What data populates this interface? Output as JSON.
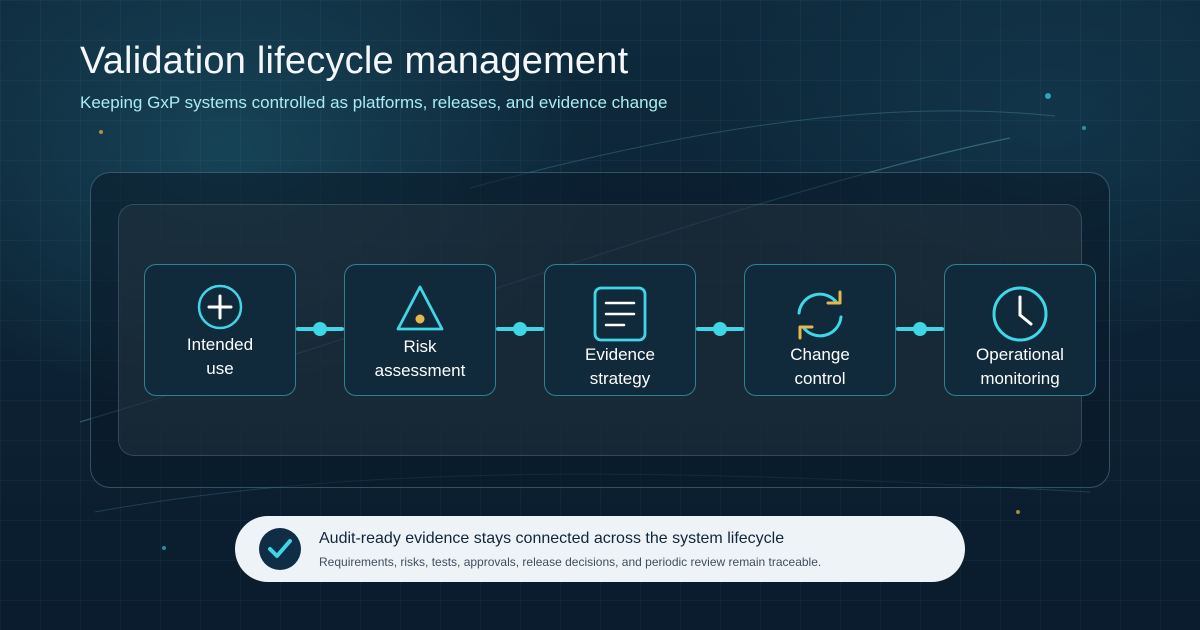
{
  "header": {
    "title": "Validation lifecycle management",
    "subtitle": "Keeping GxP systems controlled as platforms, releases, and evidence change"
  },
  "colors": {
    "accent": "#3fd6e6",
    "highlight": "#e8b84a",
    "background": "#0d2234",
    "banner": "#eef3f8",
    "text_light": "#ffffff",
    "text_dark": "#10263a"
  },
  "diagram": {
    "steps": [
      {
        "icon": "plus-circle-icon",
        "line1": "Intended",
        "line2": "use"
      },
      {
        "icon": "warning-triangle-icon",
        "line1": "Risk",
        "line2": "assessment"
      },
      {
        "icon": "document-icon",
        "line1": "Evidence",
        "line2": "strategy"
      },
      {
        "icon": "refresh-cycle-icon",
        "line1": "Change",
        "line2": "control"
      },
      {
        "icon": "clock-icon",
        "line1": "Operational",
        "line2": "monitoring"
      }
    ]
  },
  "banner": {
    "icon": "check-circle-icon",
    "heading": "Audit-ready evidence stays connected across the system lifecycle",
    "text": "Requirements, risks, tests, approvals, release decisions, and periodic review remain traceable."
  }
}
